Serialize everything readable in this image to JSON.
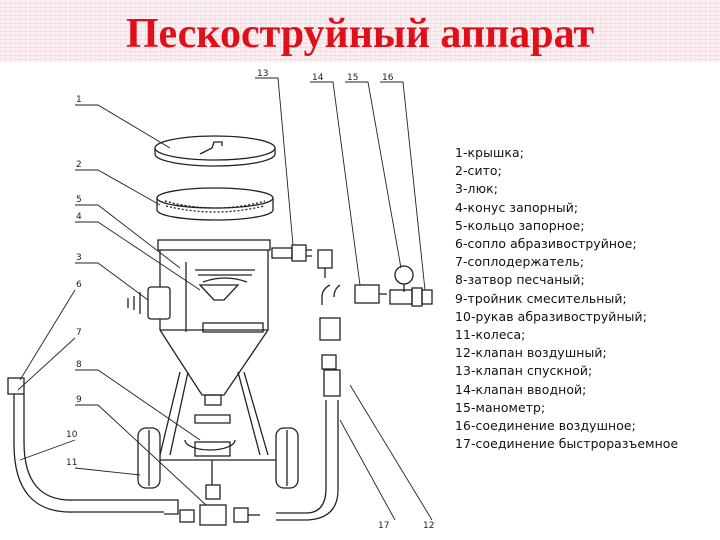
{
  "title": "Пескоструйный аппарат",
  "callouts": [
    "1",
    "2",
    "3",
    "4",
    "5",
    "6",
    "7",
    "8",
    "9",
    "10",
    "11",
    "12",
    "13",
    "14",
    "15",
    "16",
    "17"
  ],
  "legend": [
    "1-крышка;",
    "2-сито;",
    "3-люк;",
    "4-конус запорный;",
    "5-кольцо запорное;",
    "6-сопло абразивоструйное;",
    "7-соплодержатель;",
    "8-затвор песчаный;",
    "9-тройник смесительный;",
    "10-рукав абразивоструйный;",
    "11-колеса;",
    "12-клапан воздушный;",
    "13-клапан спускной;",
    "14-клапан вводной;",
    "15-манометр;",
    "16-соединение воздушное;",
    "17-соединение быстроразъемное"
  ],
  "colors": {
    "title": "#e0101a",
    "background": "#fbeff2",
    "line": "#222222"
  }
}
